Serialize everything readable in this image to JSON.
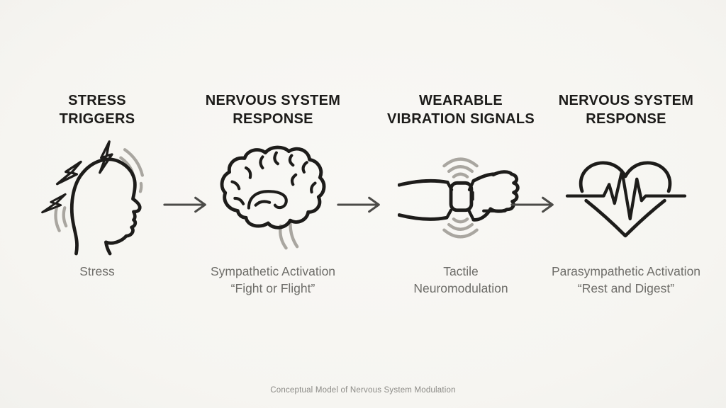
{
  "colors": {
    "background": "#f6f5f1",
    "heading_text": "#1c1b19",
    "sublabel_text": "#6e6d69",
    "caption_text": "#8b8a86",
    "icon_stroke": "#1d1c1a",
    "icon_accent": "#a9a6a0",
    "arrow": "#4c4b48"
  },
  "stages": [
    {
      "title": "STRESS\nTRIGGERS",
      "sublabel": "Stress",
      "icon": "stressed-head-icon"
    },
    {
      "title": "NERVOUS SYSTEM\nRESPONSE",
      "sublabel": "Sympathetic Activation\n“Fight or Flight”",
      "icon": "brain-icon"
    },
    {
      "title": "WEARABLE\nVIBRATION SIGNALS",
      "sublabel": "Tactile\nNeuromodulation",
      "icon": "wearable-vibration-watch-icon"
    },
    {
      "title": "NERVOUS SYSTEM\nRESPONSE",
      "sublabel": "Parasympathetic Activation\n“Rest and Digest”",
      "icon": "heart-ecg-icon"
    }
  ],
  "caption": "Conceptual Model of Nervous System Modulation"
}
